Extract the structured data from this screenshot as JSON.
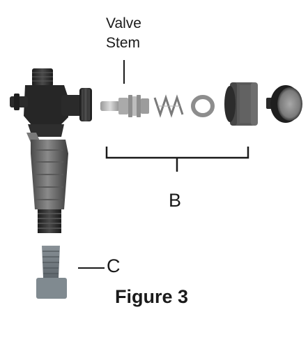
{
  "labels": {
    "valve_stem_line1": "Valve",
    "valve_stem_line2": "Stem",
    "group_b": "B",
    "part_c": "C",
    "figure": "Figure 3"
  }
}
